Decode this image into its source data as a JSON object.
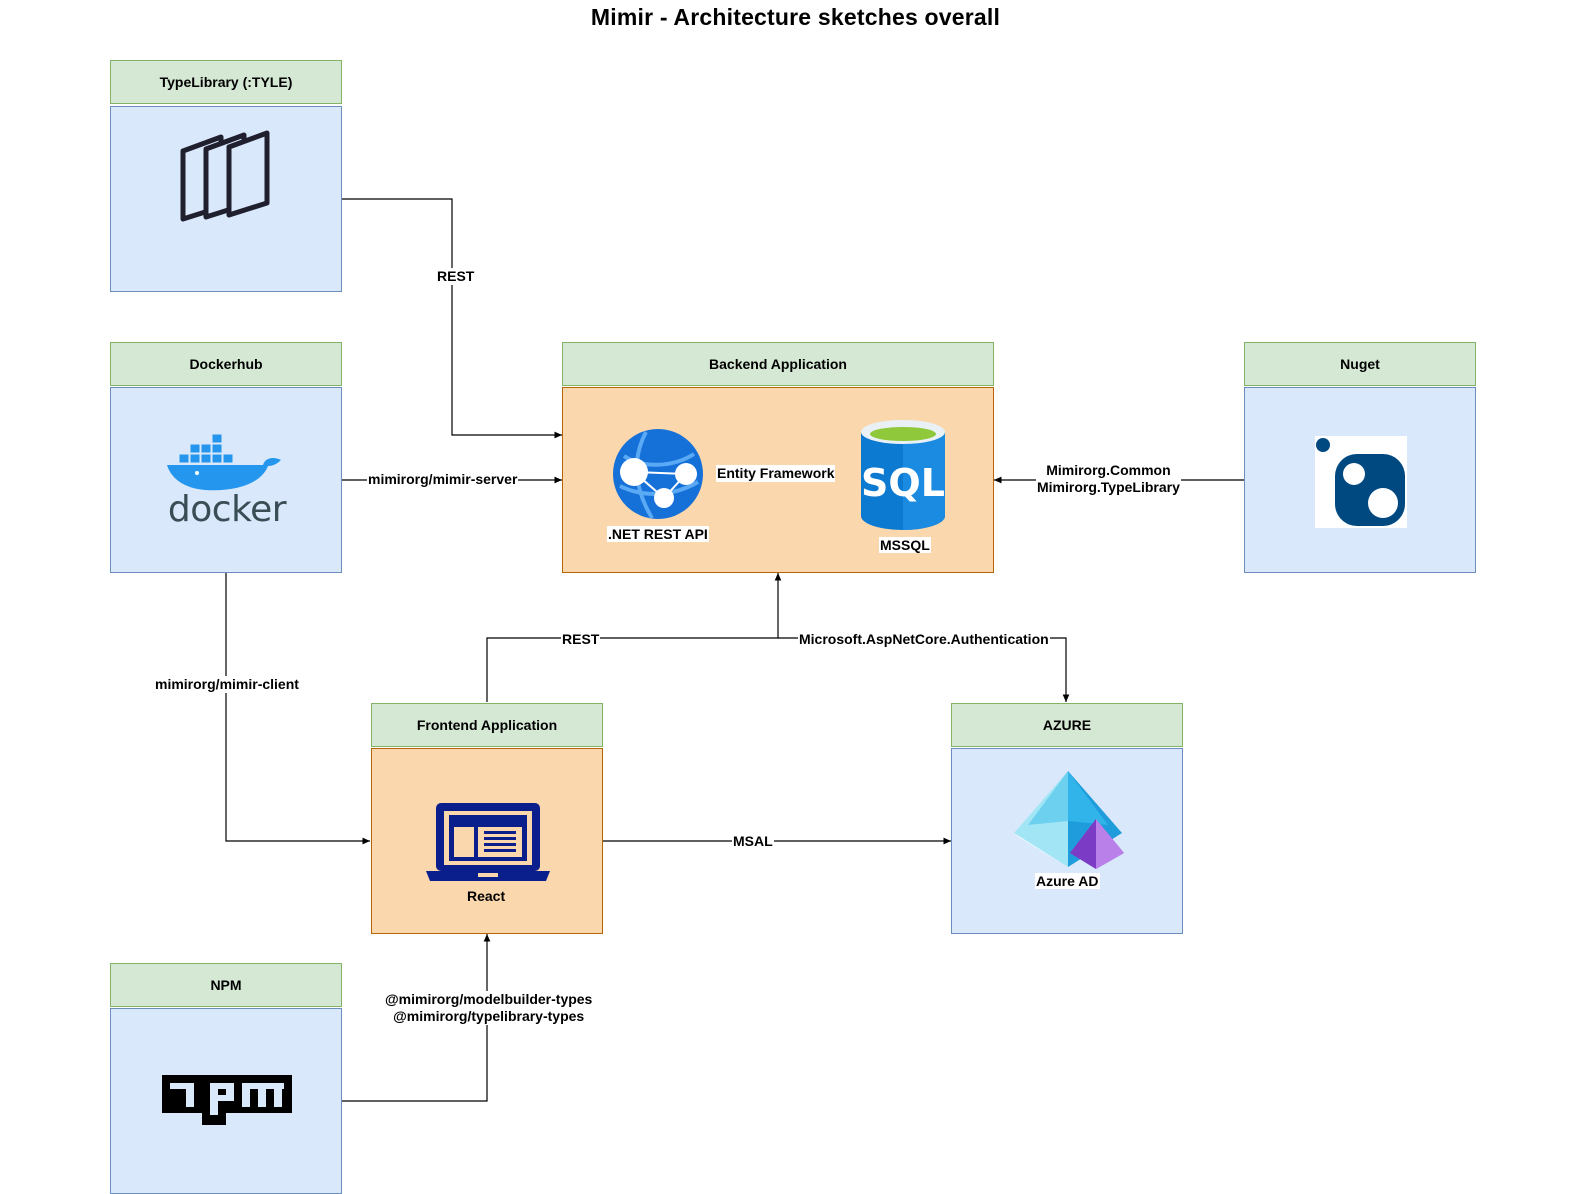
{
  "title": "Mimir - Architecture sketches overall",
  "nodes": {
    "typelibrary": {
      "label": "TypeLibrary (:TYLE)",
      "icon": "tyle-pages-icon"
    },
    "dockerhub": {
      "label": "Dockerhub",
      "icon": "docker-whale-icon",
      "icon_text": "docker"
    },
    "backend": {
      "label": "Backend Application"
    },
    "nuget": {
      "label": "Nuget",
      "icon": "nuget-icon"
    },
    "frontend": {
      "label": "Frontend Application"
    },
    "azure": {
      "label": "AZURE"
    },
    "npm": {
      "label": "NPM",
      "icon": "npm-logo-icon",
      "icon_text": "npm"
    }
  },
  "components": {
    "api": {
      "label": ".NET REST API",
      "icon": "app-service-globe-icon"
    },
    "mssql": {
      "label": "MSSQL",
      "icon": "sql-database-icon",
      "icon_text": "SQL"
    },
    "react": {
      "label": "React",
      "icon": "laptop-icon"
    },
    "azure_ad": {
      "label": "Azure AD",
      "icon": "azure-ad-pyramid-icon"
    }
  },
  "edges": {
    "tyle_rest": "REST",
    "docker_server": "mimirorg/mimir-server",
    "entity_framework": "Entity Framework",
    "nuget_line1": "Mimirorg.Common",
    "nuget_line2": "Mimirorg.TypeLibrary",
    "docker_client": "mimirorg/mimir-client",
    "frontend_rest": "REST",
    "auth": "Microsoft.AspNetCore.Authentication",
    "msal": "MSAL",
    "npm_line1": "@mimirorg/modelbuilder-types",
    "npm_line2": "@mimirorg/typelibrary-types"
  },
  "colors": {
    "header_fill": "#d5e8d4",
    "header_stroke": "#82b366",
    "blue_fill": "#dae8fc",
    "blue_stroke": "#6c8ebf",
    "orange_fill": "#fad7ac",
    "orange_stroke": "#b46504",
    "docker_blue": "#2496ed",
    "nuget_blue": "#004880",
    "react_navy": "#0a1e8c"
  }
}
